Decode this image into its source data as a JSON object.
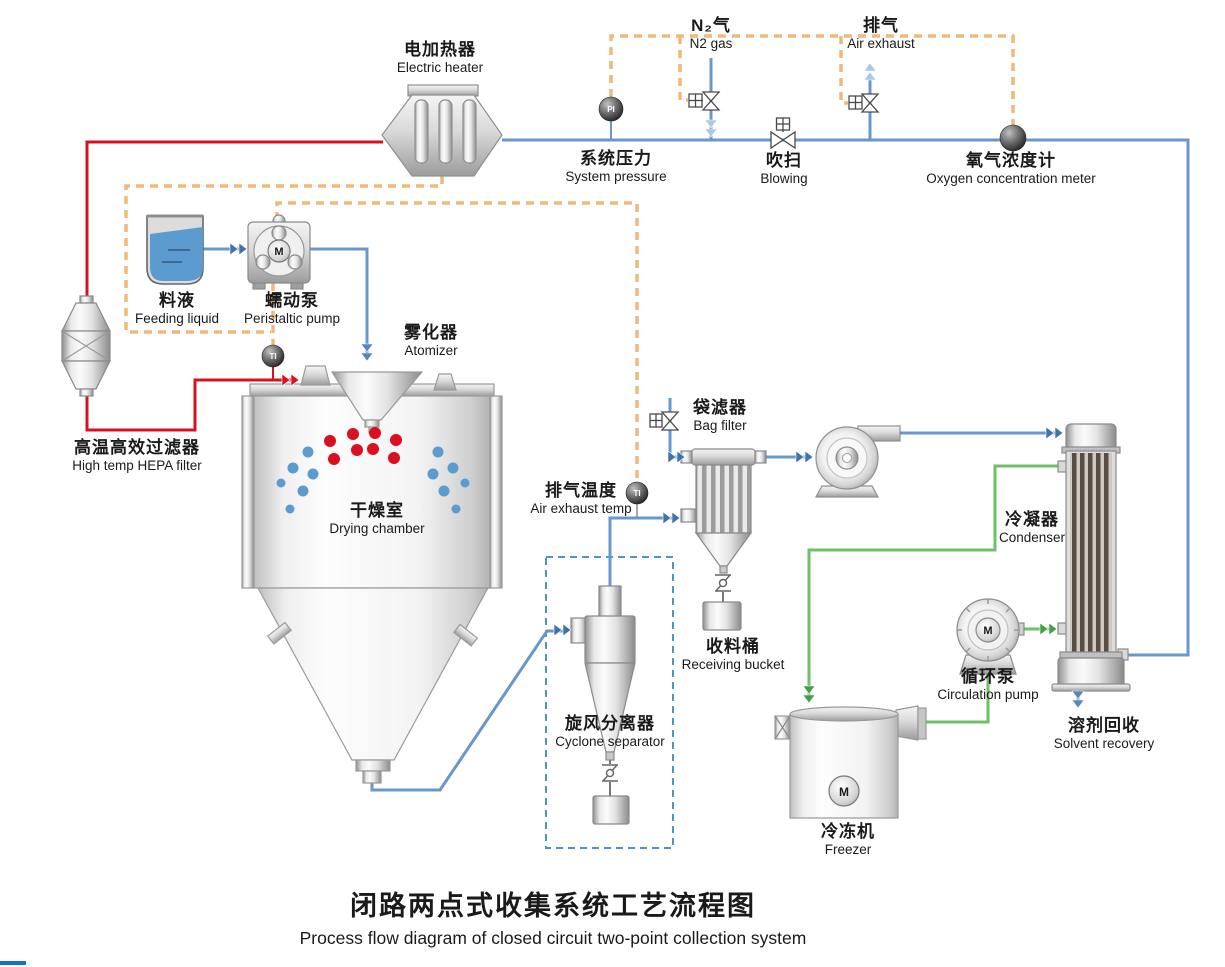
{
  "title": {
    "zh": "闭路两点式收集系统工艺流程图",
    "en": "Process flow diagram of closed circuit two-point collection system"
  },
  "labels": {
    "electric_heater": {
      "zh": "电加热器",
      "en": "Electric heater"
    },
    "n2_gas": {
      "zh": "N₂气",
      "en": "N2 gas"
    },
    "air_exhaust": {
      "zh": "排气",
      "en": "Air exhaust"
    },
    "system_pressure": {
      "zh": "系统压力",
      "en": "System pressure"
    },
    "blowing": {
      "zh": "吹扫",
      "en": "Blowing"
    },
    "oxygen_meter": {
      "zh": "氧气浓度计",
      "en": "Oxygen concentration meter"
    },
    "feeding_liquid": {
      "zh": "料液",
      "en": "Feeding liquid"
    },
    "peristaltic_pump": {
      "zh": "蠕动泵",
      "en": "Peristaltic pump"
    },
    "atomizer": {
      "zh": "雾化器",
      "en": "Atomizer"
    },
    "hepa_filter": {
      "zh": "高温高效过滤器",
      "en": "High temp HEPA filter"
    },
    "drying_chamber": {
      "zh": "干燥室",
      "en": "Drying chamber"
    },
    "air_exhaust_temp": {
      "zh": "排气温度",
      "en": "Air exhaust temp"
    },
    "bag_filter": {
      "zh": "袋滤器",
      "en": "Bag filter"
    },
    "receiving_bucket": {
      "zh": "收料桶",
      "en": "Receiving bucket"
    },
    "cyclone_separator": {
      "zh": "旋风分离器",
      "en": "Cyclone separator"
    },
    "condenser": {
      "zh": "冷凝器",
      "en": "Condenser"
    },
    "circulation_pump": {
      "zh": "循环泵",
      "en": "Circulation pump"
    },
    "solvent_recovery": {
      "zh": "溶剂回收",
      "en": "Solvent recovery"
    },
    "freezer": {
      "zh": "冷冻机",
      "en": "Freezer"
    }
  },
  "instrument_tags": {
    "pressure_indicator": "PI",
    "inlet_temp_indicator": "TI",
    "exhaust_temp_indicator": "TI"
  },
  "equipment_glyphs": {
    "peristaltic_pump_motor": "M",
    "circulation_pump_motor": "M",
    "freezer_motor": "M"
  },
  "colors": {
    "process_gas_line": "#6897cb",
    "hot_air_line": "#d8101f",
    "coolant_line": "#6fc066",
    "signal_line": "#f2b879",
    "collection_boundary": "#4f93ce",
    "footer_bar": "#1273bf"
  }
}
